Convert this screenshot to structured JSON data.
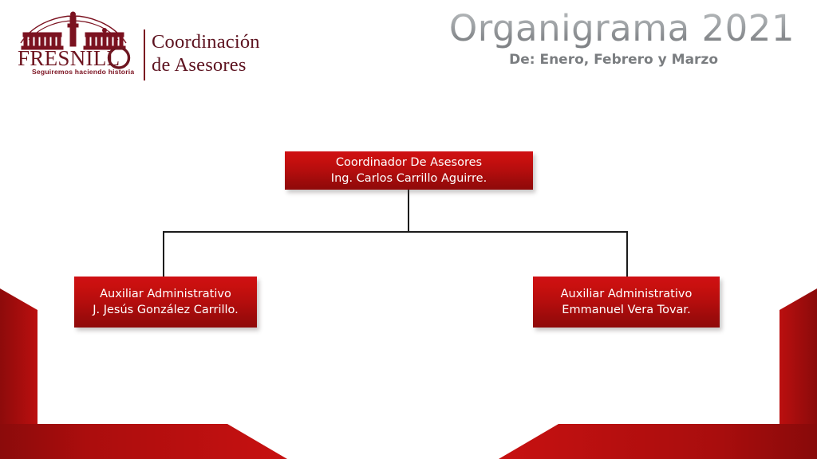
{
  "header": {
    "logo": {
      "organization": "FRESNILLO",
      "tagline": "Seguiremos haciendo historia",
      "department_line1": "Coordinación",
      "department_line2": "de Asesores"
    },
    "title": "Organigrama 2021",
    "subtitle": "De: Enero, Febrero y Marzo"
  },
  "colors": {
    "brand_red": "#C01010",
    "brand_dark_red": "#8F0A0A",
    "logo_maroon": "#5D1320",
    "title_gray": "#9EA2A5",
    "subtitle_gray": "#7A7D80",
    "connector": "#1B1B1B"
  },
  "org_chart": {
    "root": {
      "role": "Coordinador De Asesores",
      "name": "Ing. Carlos Carrillo Aguirre."
    },
    "children": [
      {
        "role": "Auxiliar Administrativo",
        "name": "J. Jesús González Carrillo."
      },
      {
        "role": "Auxiliar Administrativo",
        "name": "Emmanuel Vera Tovar."
      }
    ]
  }
}
